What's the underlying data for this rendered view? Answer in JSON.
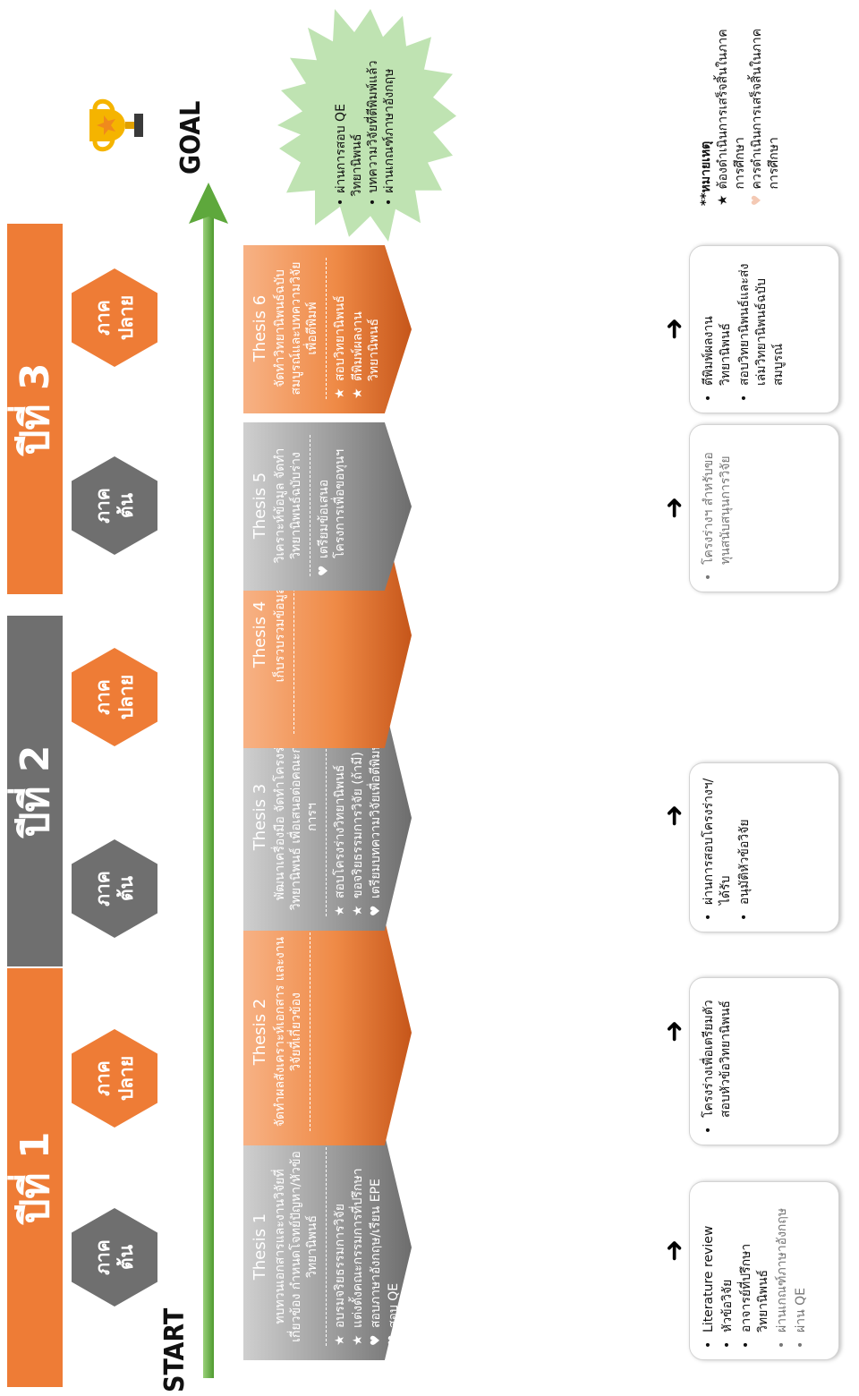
{
  "years": [
    {
      "label": "ปีที่ 1",
      "color": "#ee7c36"
    },
    {
      "label": "ปีที่ 2",
      "color": "#6f6f6f"
    },
    {
      "label": "ปีที่ 3",
      "color": "#ee7c36"
    }
  ],
  "semesters": [
    {
      "line1": "ภาค",
      "line2": "ต้น",
      "color": "#6f6f6f"
    },
    {
      "line1": "ภาค",
      "line2": "ปลาย",
      "color": "#ee7c36"
    },
    {
      "line1": "ภาค",
      "line2": "ต้น",
      "color": "#6f6f6f"
    },
    {
      "line1": "ภาค",
      "line2": "ปลาย",
      "color": "#ee7c36"
    },
    {
      "line1": "ภาค",
      "line2": "ต้น",
      "color": "#6f6f6f"
    },
    {
      "line1": "ภาค",
      "line2": "ปลาย",
      "color": "#ee7c36"
    }
  ],
  "timeline": {
    "start": "START",
    "goal": "GOAL"
  },
  "theses": [
    {
      "title": "Thesis 1",
      "desc": "ทบทวนเอกสารและงานวิจัยที่เกี่ยวข้อง กำหนดโจทย์ปัญหา/หัวข้อวิทยานิพนธ์",
      "items": [
        {
          "sym": "★",
          "text": "อบรมจริยธรรมการวิจัย"
        },
        {
          "sym": "★",
          "text": "แต่งตั้งคณะกรรมการที่ปรึกษา"
        },
        {
          "sym": "♥",
          "text": "สอบภาษาอังกฤษ/เรียน EPE"
        },
        {
          "sym": "♥",
          "text": "สอบ QE"
        }
      ]
    },
    {
      "title": "Thesis 2",
      "desc": "จัดทำผลสังเคราะห์เอกสาร และงานวิจัยที่เกี่ยวข้อง",
      "items": []
    },
    {
      "title": "Thesis 3",
      "desc": "พัฒนาเครื่องมือ จัดทำโครงร่างวิทยานิพนธ์ เพื่อเสนอต่อคณะกรรมการฯ",
      "items": [
        {
          "sym": "★",
          "text": "สอบโครงร่างวิทยานิพนธ์"
        },
        {
          "sym": "★",
          "text": "ขอจริยธรรมการวิจัย (ถ้ามี)"
        },
        {
          "sym": "♥",
          "text": "เตรียมบทความวิจัยเพื่อตีพิมพ์"
        }
      ]
    },
    {
      "title": "Thesis 4",
      "desc": "เก็บรวบรวมข้อมูล",
      "items": []
    },
    {
      "title": "Thesis 5",
      "desc": "วิเคราะห์ข้อมูล จัดทำวิทยานิพนธ์ฉบับร่าง",
      "items": [
        {
          "sym": "♥",
          "text": "เตรียมข้อเสนอโครงการเพื่อขอทุนฯ"
        }
      ]
    },
    {
      "title": "Thesis 6",
      "desc": "จัดทำวิทยานิพนธ์ฉบับสมบูรณ์และบทความวิจัยเพื่อตีพิมพ์",
      "items": [
        {
          "sym": "★",
          "text": "สอบวิทยานิพนธ์"
        },
        {
          "sym": "★",
          "text": "ตีพิมพ์ผลงานวิทยานิพนธ์"
        }
      ]
    }
  ],
  "outputs": [
    {
      "items": [
        {
          "sym": "•",
          "text": "Literature review",
          "faded": false
        },
        {
          "sym": "•",
          "text": "หัวข้อวิจัย",
          "faded": false
        },
        {
          "sym": "•",
          "text": "อาจารย์ที่ปรึกษาวิทยานิพนธ์",
          "faded": false
        },
        {
          "sym": "•",
          "text": "ผ่านเกณฑ์ภาษาอังกฤษ",
          "faded": true
        },
        {
          "sym": "•",
          "text": "ผ่าน QE",
          "faded": true
        }
      ]
    },
    {
      "items": [
        {
          "sym": "•",
          "text": "โครงร่างเพื่อเตรียมตัวสอบหัวข้อวิทยานิพนธ์",
          "faded": false
        }
      ]
    },
    {
      "items": [
        {
          "sym": "•",
          "text": "ผ่านการสอบโครงร่างฯ/ได้รับ",
          "faded": false
        },
        {
          "sym": "•",
          "text": "อนุมัติหัวข้อวิจัย",
          "faded": false
        }
      ]
    },
    {
      "items": [
        {
          "sym": "•",
          "text": "โครงร่างฯ สำหรับขอทุนสนับสนุนการวิจัย",
          "faded": true
        }
      ]
    },
    {
      "items": [
        {
          "sym": "•",
          "text": "ตีพิมพ์ผลงานวิทยานิพนธ์",
          "faded": false
        },
        {
          "sym": "•",
          "text": "สอบวิทยานิพนธ์และส่งเล่มวิทยานิพนธ์ฉบับสมบูรณ์",
          "faded": false
        }
      ]
    }
  ],
  "goal_burst": {
    "items": [
      "ผ่านการสอบ QE",
      "วิทยานิพนธ์",
      "บทความวิจัยที่ตีพิมพ์แล้ว",
      "ผ่านเกณฑ์ภาษาอังกฤษ"
    ],
    "color": "#bfe3b2"
  },
  "notes": {
    "title": "**หมายเหตุ",
    "items": [
      {
        "sym": "★",
        "text": "ต้องดำเนินการเสร็จสิ้นในภาคการศึกษา"
      },
      {
        "sym": "♥",
        "text": "ควรดำเนินการเสร็จสิ้นในภาคการศึกษา"
      }
    ]
  },
  "colors": {
    "orange": "#ee7c36",
    "gray": "#6f6f6f",
    "arrow": "#6ab04c"
  }
}
